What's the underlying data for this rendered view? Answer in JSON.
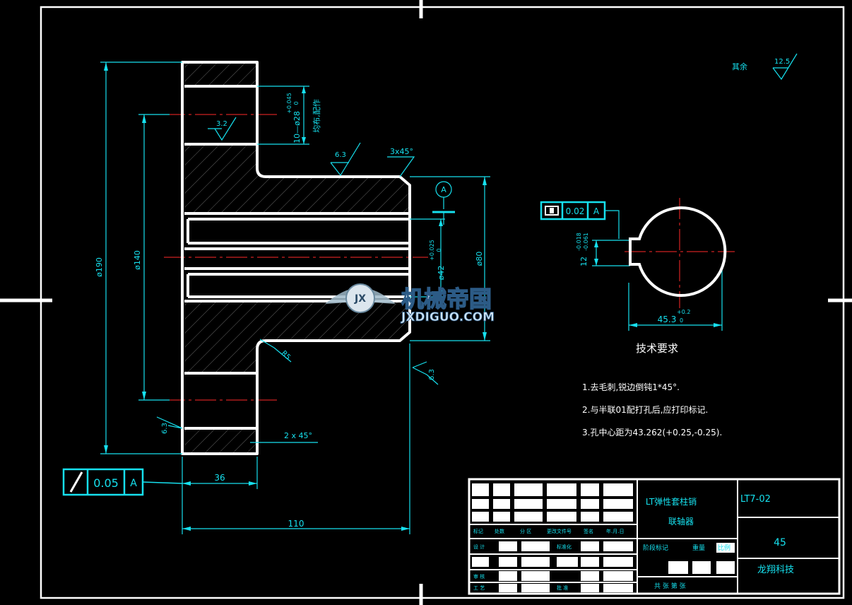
{
  "drawing": {
    "dims": {
      "d190": "ø190",
      "d140": "ø140",
      "d80": "ø80",
      "d42": "ø42",
      "d42_tol_upper": "+0.025",
      "d42_tol_lower": "0",
      "holes": "10—ø28",
      "holes_tol_upper": "+0.045",
      "holes_tol_lower": "0",
      "holes_note": "均布,配作",
      "chamfer_top": "3x45°",
      "chamfer_bottom": "2 x 45°",
      "radius": "R5",
      "len36": "36",
      "len110": "110",
      "keyway_width": "12",
      "keyway_tol": "(-0.018 / -0.061)",
      "keyway_tol_upper": "-0.018",
      "keyway_tol_lower": "-0.061",
      "keyway_depth": "45.3",
      "keyway_depth_tol_upper": "+0.2",
      "keyway_depth_tol_lower": "0"
    },
    "roughness": {
      "r32": "3.2",
      "r63a": "6.3",
      "r63b": "6.3",
      "r63c": "6.3",
      "rest_label": "其余",
      "rest_value": "12.5"
    },
    "datum": "A",
    "tolerance_runout": {
      "value": "0.05",
      "datum": "A"
    },
    "tolerance_symmetry": {
      "value": "0.02",
      "datum": "A"
    },
    "tech_req": {
      "title": "技术要求",
      "items": [
        "1.去毛刺,锐边倒钝1*45°.",
        "2.与半联01配打孔后,应打印标记.",
        "3.孔中心距为43.262(+0.25,-0.25)."
      ]
    },
    "watermark": {
      "cn": "机械帝国",
      "en": "JXDIGUO.COM",
      "badge": "JX"
    }
  },
  "title_block": {
    "name_line1": "LT弹性套柱销",
    "name_line2": "联轴器",
    "code": "LT7-02",
    "material": "45",
    "company": "龙翔科技",
    "cells": {
      "biaoji": "标记",
      "chushu": "处数",
      "fenqu": "分 区",
      "gengwen": "更改文件号",
      "qianming": "签名",
      "nianyueri": "年.月.日",
      "sheji": "设 计",
      "biaozhunhua": "标准化",
      "shenhe": "审 核",
      "gongyi": "工 艺",
      "pizhun": "批 准",
      "jieduan": "阶段标记",
      "zhongliang": "重量",
      "bili": "比例",
      "gongzhang": "共 张 第 张"
    }
  }
}
